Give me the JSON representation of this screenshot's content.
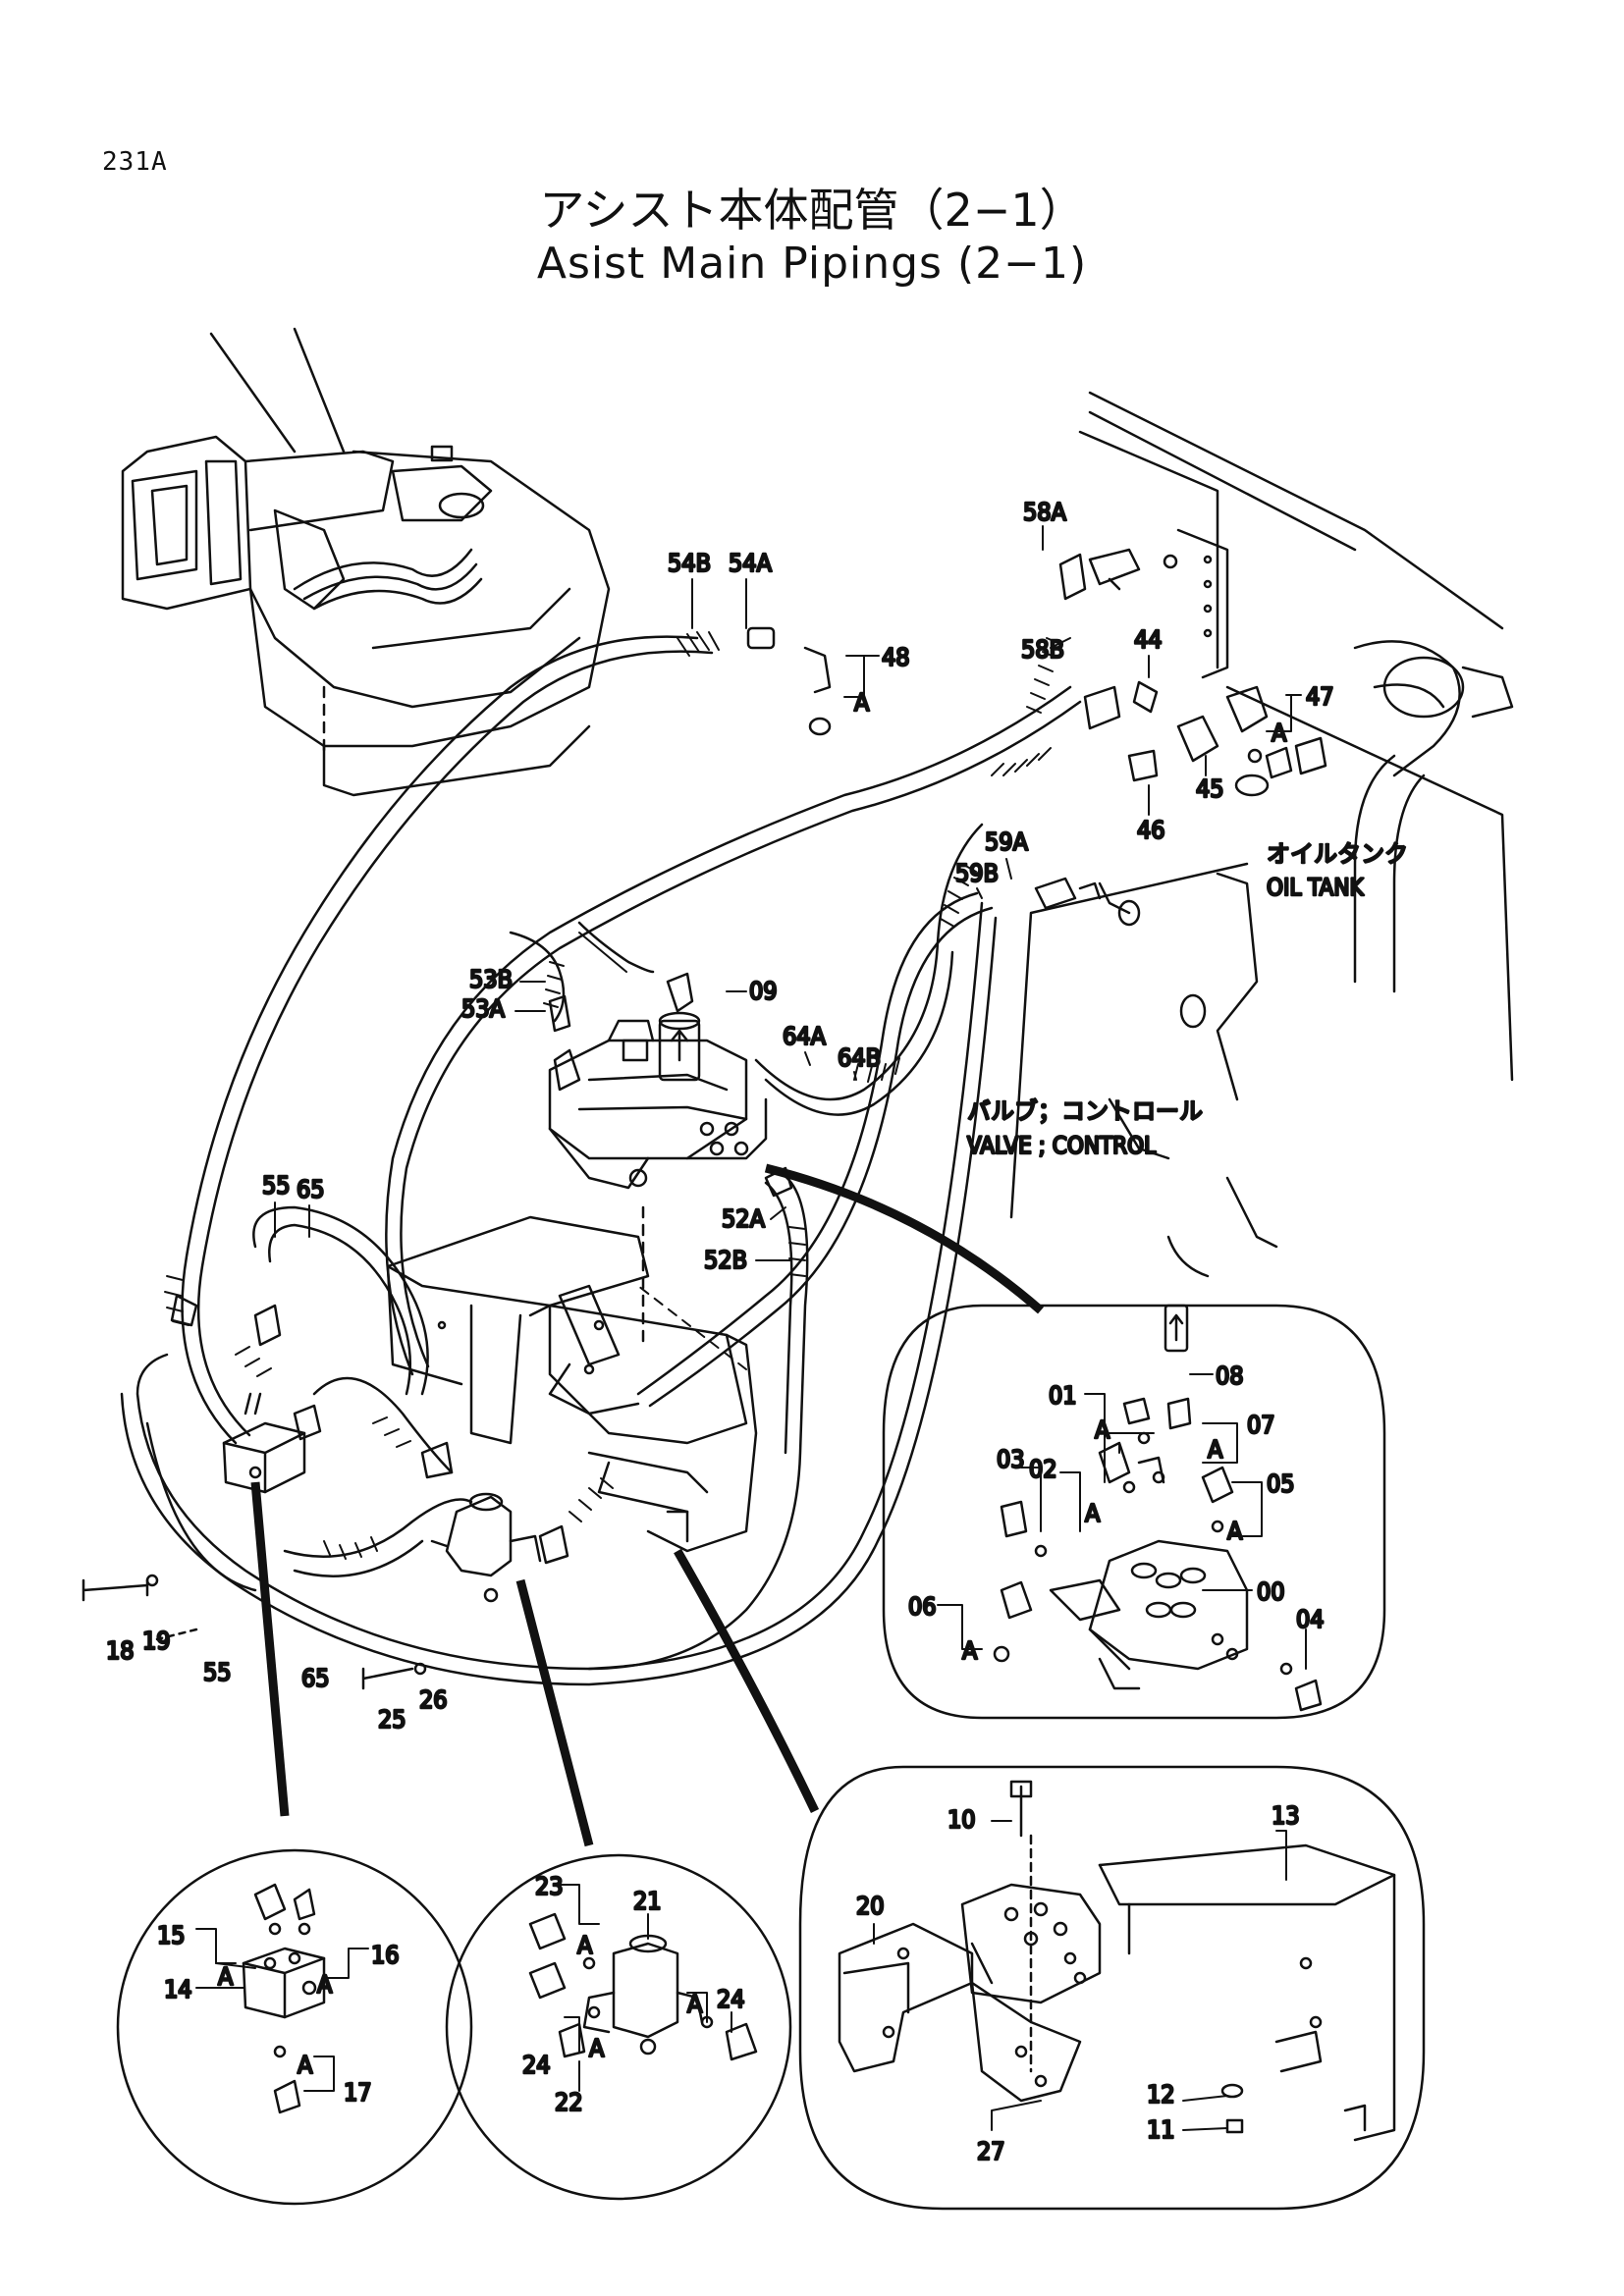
{
  "page_number": "231A",
  "title_jp": "アシスト本体配管（2−1）",
  "title_en": "Asist Main Pipings (2−1)",
  "captions": {
    "oil_tank_jp": "オイルタンク",
    "oil_tank_en": "OIL TANK",
    "valve_jp": "バルブ；コントロール",
    "valve_en": "VALVE ; CONTROL"
  },
  "main_labels": {
    "p58A": "58A",
    "p54B": "54B",
    "p54A": "54A",
    "p48": "48",
    "p58B": "58B",
    "p44": "44",
    "p47": "47",
    "a47": "A",
    "a48": "A",
    "p45": "45",
    "p46": "46",
    "p59A": "59A",
    "p59B": "59B",
    "p53B": "53B",
    "p53A": "53A",
    "p09": "09",
    "p64A": "64A",
    "p64B": "64B",
    "p55top": "55",
    "p65top": "65",
    "p52A": "52A",
    "p52B": "52B",
    "p18": "18",
    "p19": "19",
    "p55bot": "55",
    "p65bot": "65",
    "p25": "25",
    "p26": "26"
  },
  "detail_valve": {
    "p01": "01",
    "p08": "08",
    "p07": "07",
    "p03": "03",
    "p02": "02",
    "p05": "05",
    "p00": "00",
    "p06": "06",
    "p04": "04",
    "a1": "A",
    "a2": "A",
    "a3": "A",
    "a4": "A",
    "a5": "A"
  },
  "detail_bracket": {
    "p10": "10",
    "p13": "13",
    "p20": "20",
    "p12": "12",
    "p11": "11",
    "p27": "27"
  },
  "detail_block": {
    "p15": "15",
    "p16": "16",
    "p14": "14",
    "p17": "17",
    "a1": "A",
    "a2": "A",
    "a3": "A"
  },
  "detail_check": {
    "p23": "23",
    "p21": "21",
    "p24a": "24",
    "p24b": "24",
    "p22": "22",
    "a1": "A",
    "a2": "A",
    "a3": "A"
  }
}
